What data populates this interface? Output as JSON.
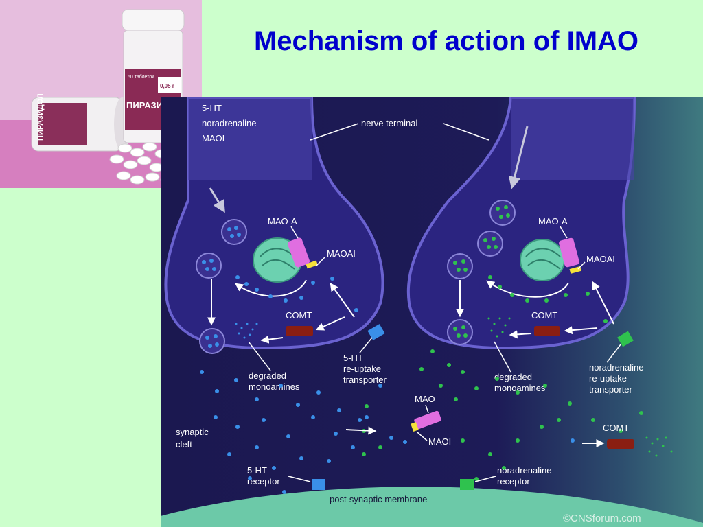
{
  "title": "Mechanism of action of IMAO",
  "photo": {
    "bottle_front_label_top": "50 таблеток",
    "bottle_front_label_main": "ПИРАЗИДОЛ",
    "bottle_front_dose": "0,05 г",
    "bottle_back_label": "ПИРАЗИДОЛ"
  },
  "diagram": {
    "legend": [
      "5-HT",
      "noradrenaline",
      "MAOI"
    ],
    "nerve_terminal": "nerve terminal",
    "left_neuron": {
      "mao_a": "MAO-A",
      "maoai": "MAOAI",
      "comt": "COMT",
      "transporter": [
        "5-HT",
        "re-uptake",
        "transporter"
      ],
      "degraded": [
        "degraded",
        "monoamines"
      ]
    },
    "right_neuron": {
      "mao_a": "MAO-A",
      "maoai": "MAOAI",
      "comt": "COMT",
      "transporter": [
        "noradrenaline",
        "re-uptake",
        "transporter"
      ],
      "degraded": [
        "degraded",
        "monoamines"
      ]
    },
    "cleft": {
      "synaptic_cleft": [
        "synaptic",
        "cleft"
      ],
      "mao": "MAO",
      "maoi": "MAOI",
      "comt": "COMT",
      "receptor_5ht": [
        "5-HT",
        "receptor"
      ],
      "receptor_na": [
        "noradrenaline",
        "receptor"
      ],
      "membrane": "post-synaptic membrane",
      "copyright": "©CNSforum.com"
    },
    "colors": {
      "background_left": "#19174f",
      "background_right": "#3a6e7a",
      "terminal": "#5a52b8",
      "serotonin": "#3a8fe8",
      "noradrenaline": "#2fc24e",
      "mao": "#e06ee0",
      "maoi_clip": "#f5e23a",
      "comt": "#8a1e12",
      "mitochondrion": "#6cd1b0",
      "membrane": "#6cc9a8"
    }
  }
}
